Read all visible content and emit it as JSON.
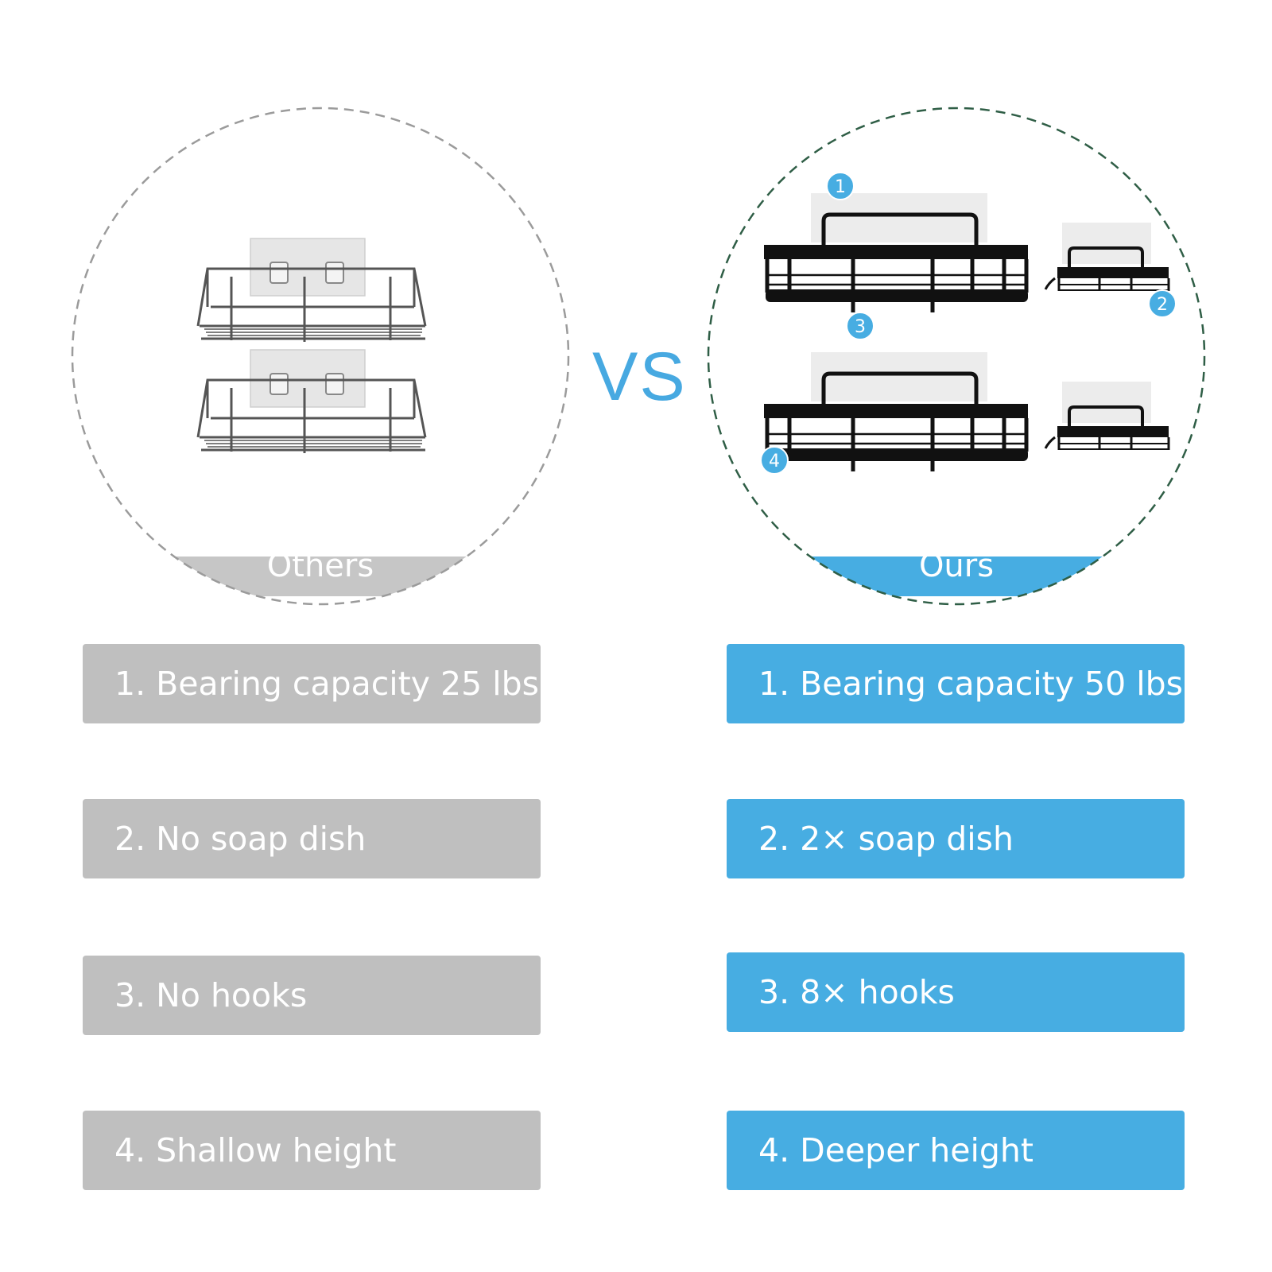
{
  "vs_text": "VS",
  "others": {
    "label": "Others",
    "features": [
      "1. Bearing capacity 25 lbs",
      "2. No soap dish",
      "3. No hooks",
      "4. Shallow height"
    ]
  },
  "ours": {
    "label": "Ours",
    "badges": [
      "1",
      "2",
      "3",
      "4"
    ],
    "features": [
      "1. Bearing capacity 50 lbs",
      "2. 2× soap dish",
      "3. 8× hooks",
      "4. Deeper height"
    ]
  },
  "colors": {
    "others_gray": "#bfbfbf",
    "ours_blue": "#47ade2",
    "right_circle_border": "#2f5e46"
  }
}
